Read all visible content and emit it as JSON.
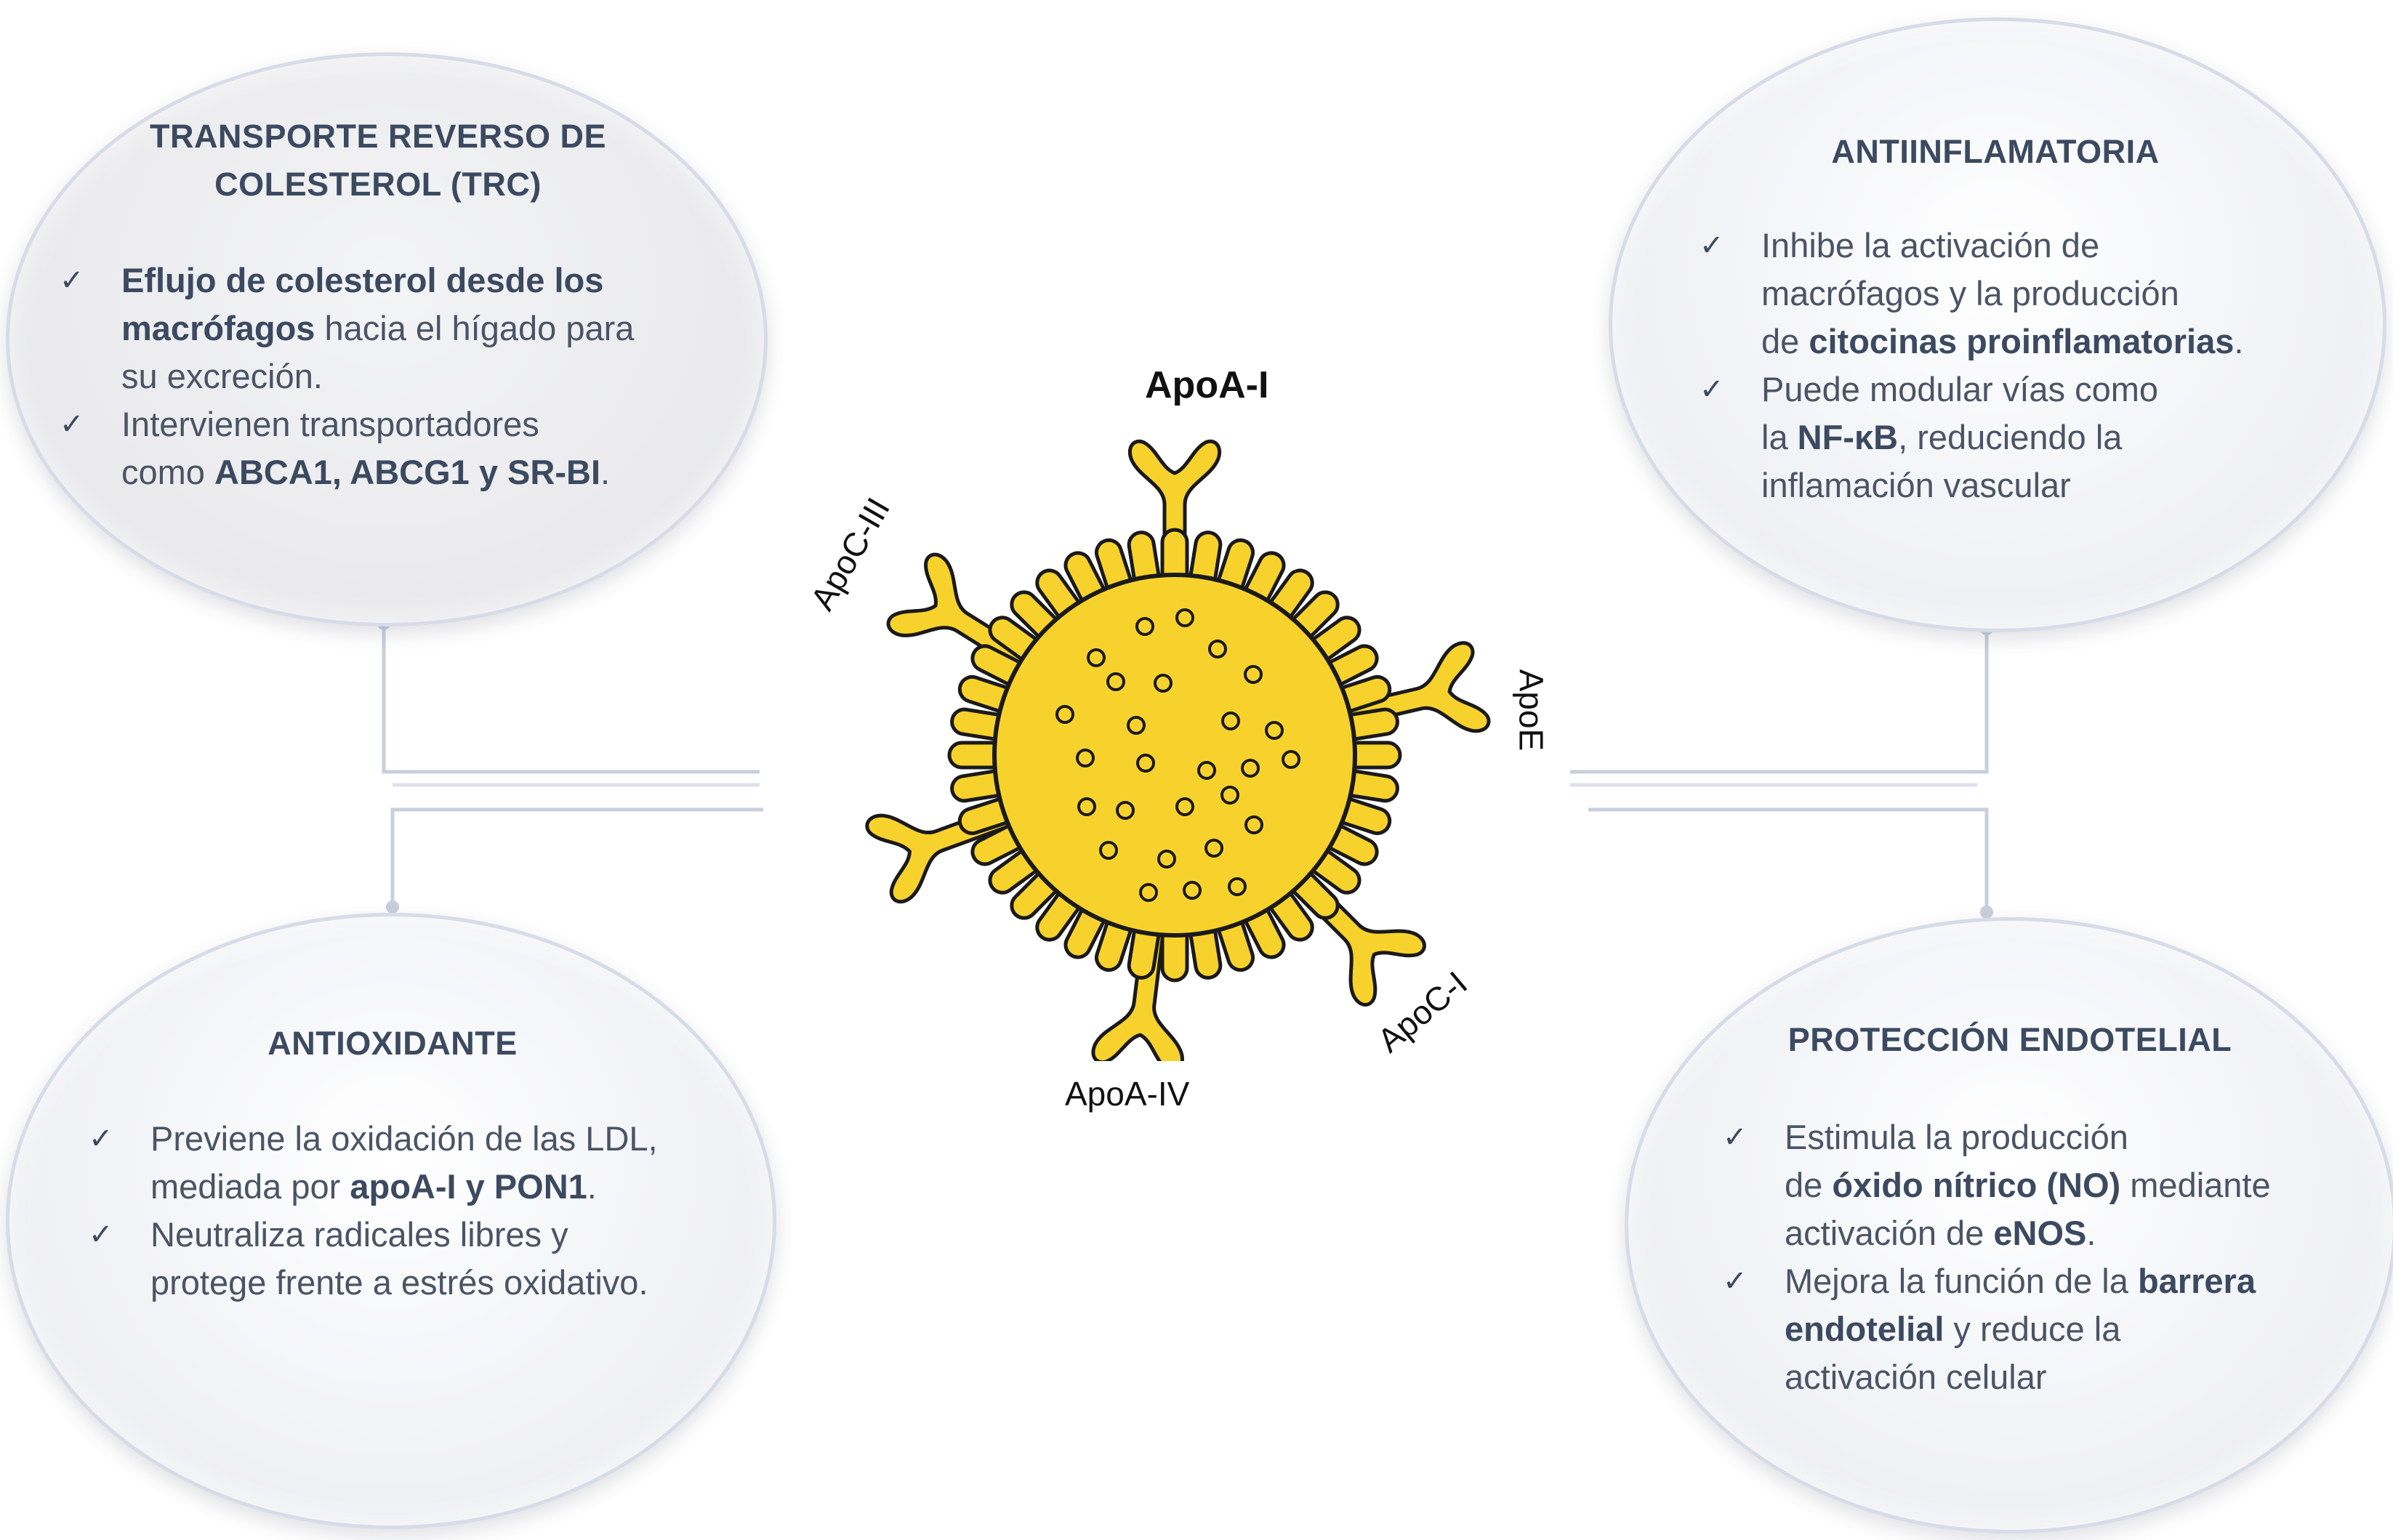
{
  "particle": {
    "labels": {
      "apoA1": "ApoA-I",
      "apoC3": "ApoC-III",
      "apoE": "ApoE",
      "apoC1": "ApoC-I",
      "apoA4": "ApoA-IV"
    },
    "colors": {
      "fill": "#f8d22c",
      "stroke": "#1a1a1a"
    }
  },
  "panels": {
    "trc": {
      "title": [
        "TRANSPORTE REVERSO DE",
        "COLESTEROL (TRC)"
      ],
      "items": [
        {
          "lines": [
            [
              {
                "t": "Eflujo de colesterol desde los",
                "b": true
              }
            ],
            [
              {
                "t": "macrófagos",
                "b": true
              },
              {
                "t": " hacia el hígado para",
                "b": false
              }
            ],
            [
              {
                "t": "su excreción.",
                "b": false
              }
            ]
          ]
        },
        {
          "lines": [
            [
              {
                "t": "Intervienen transportadores",
                "b": false
              }
            ],
            [
              {
                "t": "como ",
                "b": false
              },
              {
                "t": "ABCA1, ABCG1 y SR-BI",
                "b": true
              },
              {
                "t": ".",
                "b": false
              }
            ]
          ]
        }
      ]
    },
    "antiinflam": {
      "title": [
        "ANTIINFLAMATORIA"
      ],
      "items": [
        {
          "lines": [
            [
              {
                "t": "Inhibe la activación de",
                "b": false
              }
            ],
            [
              {
                "t": "macrófagos y la producción",
                "b": false
              }
            ],
            [
              {
                "t": "de ",
                "b": false
              },
              {
                "t": "citocinas proinflamatorias",
                "b": true
              },
              {
                "t": ".",
                "b": false
              }
            ]
          ]
        },
        {
          "lines": [
            [
              {
                "t": "Puede modular vías como",
                "b": false
              }
            ],
            [
              {
                "t": "la ",
                "b": false
              },
              {
                "t": "NF-κB",
                "b": true
              },
              {
                "t": ", reduciendo la",
                "b": false
              }
            ],
            [
              {
                "t": "inflamación vascular",
                "b": false
              }
            ]
          ]
        }
      ]
    },
    "antiox": {
      "title": [
        "ANTIOXIDANTE"
      ],
      "items": [
        {
          "lines": [
            [
              {
                "t": "Previene la oxidación de las LDL,",
                "b": false
              }
            ],
            [
              {
                "t": "mediada por ",
                "b": false
              },
              {
                "t": "apoA-I y PON1",
                "b": true
              },
              {
                "t": ".",
                "b": false
              }
            ]
          ]
        },
        {
          "lines": [
            [
              {
                "t": "Neutraliza radicales libres y",
                "b": false
              }
            ],
            [
              {
                "t": "protege frente a estrés oxidativo.",
                "b": false
              }
            ]
          ]
        }
      ]
    },
    "endot": {
      "title": [
        "PROTECCIÓN ENDOTELIAL"
      ],
      "items": [
        {
          "lines": [
            [
              {
                "t": "Estimula la producción",
                "b": false
              }
            ],
            [
              {
                "t": "de ",
                "b": false
              },
              {
                "t": "óxido nítrico (NO)",
                "b": true
              },
              {
                "t": " mediante",
                "b": false
              }
            ],
            [
              {
                "t": "activación de ",
                "b": false
              },
              {
                "t": "eNOS",
                "b": true
              },
              {
                "t": ".",
                "b": false
              }
            ]
          ]
        },
        {
          "lines": [
            [
              {
                "t": "Mejora la función de la ",
                "b": false
              },
              {
                "t": "barrera",
                "b": true
              }
            ],
            [
              {
                "t": "endotelial",
                "b": true
              },
              {
                "t": " y reduce la",
                "b": false
              }
            ],
            [
              {
                "t": "activación celular",
                "b": false
              }
            ]
          ]
        }
      ]
    }
  },
  "check_icon": "✓",
  "colors": {
    "title": "#3b4a60",
    "text": "#4a5466",
    "connector": "#c9cfdc"
  }
}
